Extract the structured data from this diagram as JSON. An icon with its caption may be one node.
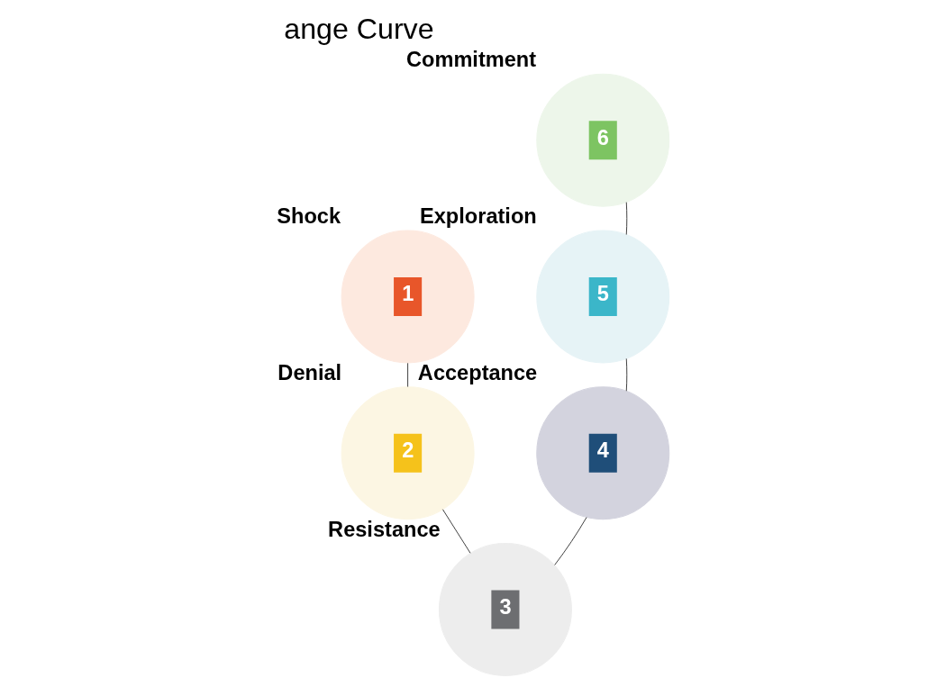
{
  "diagram": {
    "title": "ange Curve",
    "nodes": [
      {
        "text": [
          "1"
        ],
        "beside": [
          "Shock"
        ]
      },
      {
        "text": [
          "2"
        ],
        "beside": [
          "Denial"
        ]
      },
      {
        "text": [
          "3"
        ],
        "beside": [
          "Resistance"
        ]
      },
      {
        "text": [
          "4"
        ],
        "beside": [
          "Acceptance"
        ]
      },
      {
        "text": [
          "5"
        ],
        "beside": [
          "Exploration"
        ]
      },
      {
        "text": [
          "6"
        ],
        "beside": [
          "Commitment"
        ]
      }
    ],
    "edges": [
      {
        "from": 0,
        "to": 1,
        "arrow": "none"
      },
      {
        "from": 1,
        "to": 2,
        "arrow": "none"
      },
      {
        "from": 2,
        "to": 3,
        "arrow": "none"
      },
      {
        "from": 3,
        "to": 4,
        "arrow": "none"
      },
      {
        "from": 4,
        "to": 5,
        "arrow": "none"
      }
    ]
  }
}
